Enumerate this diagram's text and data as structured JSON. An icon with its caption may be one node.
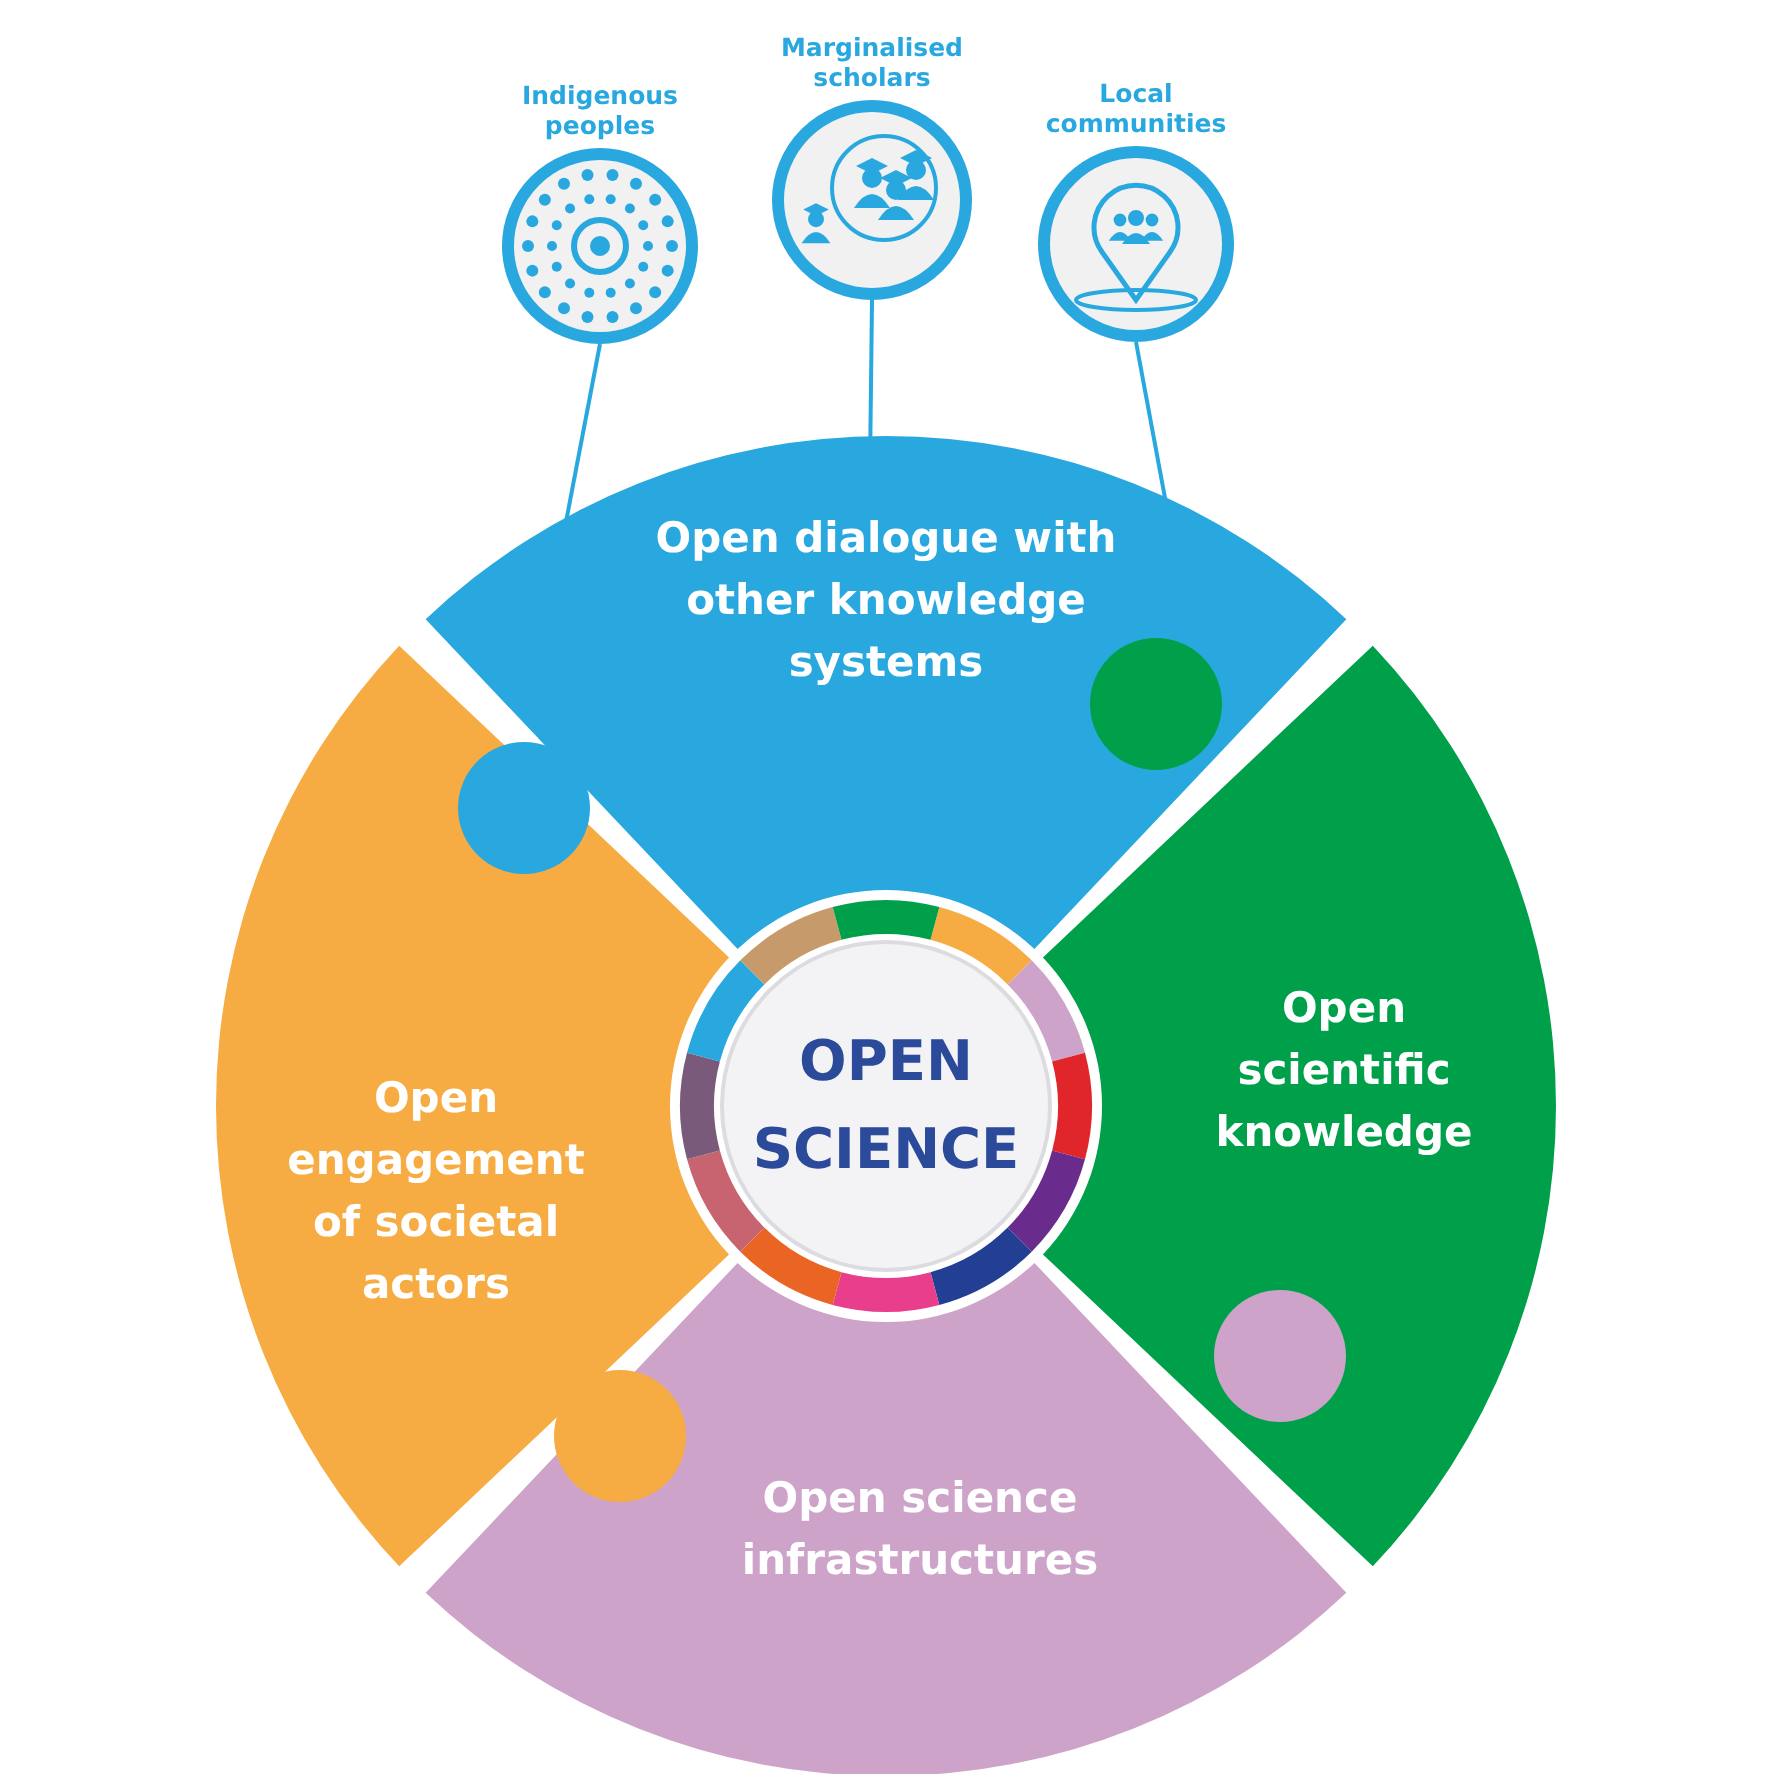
{
  "diagram": {
    "nodes": [
      {
        "text": [
          "Indigenous peoples"
        ]
      },
      {
        "text": [
          "Marginalised scholars"
        ]
      },
      {
        "text": [
          "Local communities"
        ]
      },
      {
        "text": [
          "Open dialogue with other knowledge systems"
        ]
      },
      {
        "text": [
          "Open scientific knowledge"
        ]
      },
      {
        "text": [
          "Open science infrastructures"
        ]
      },
      {
        "text": [
          "Open engagement of societal actors"
        ]
      },
      {
        "text": [
          "OPEN SCIENCE"
        ]
      }
    ],
    "edges": [
      {
        "from": 0,
        "to": 3,
        "arrow": "none"
      },
      {
        "from": 1,
        "to": 3,
        "arrow": "none"
      },
      {
        "from": 2,
        "to": 3,
        "arrow": "none"
      }
    ]
  }
}
